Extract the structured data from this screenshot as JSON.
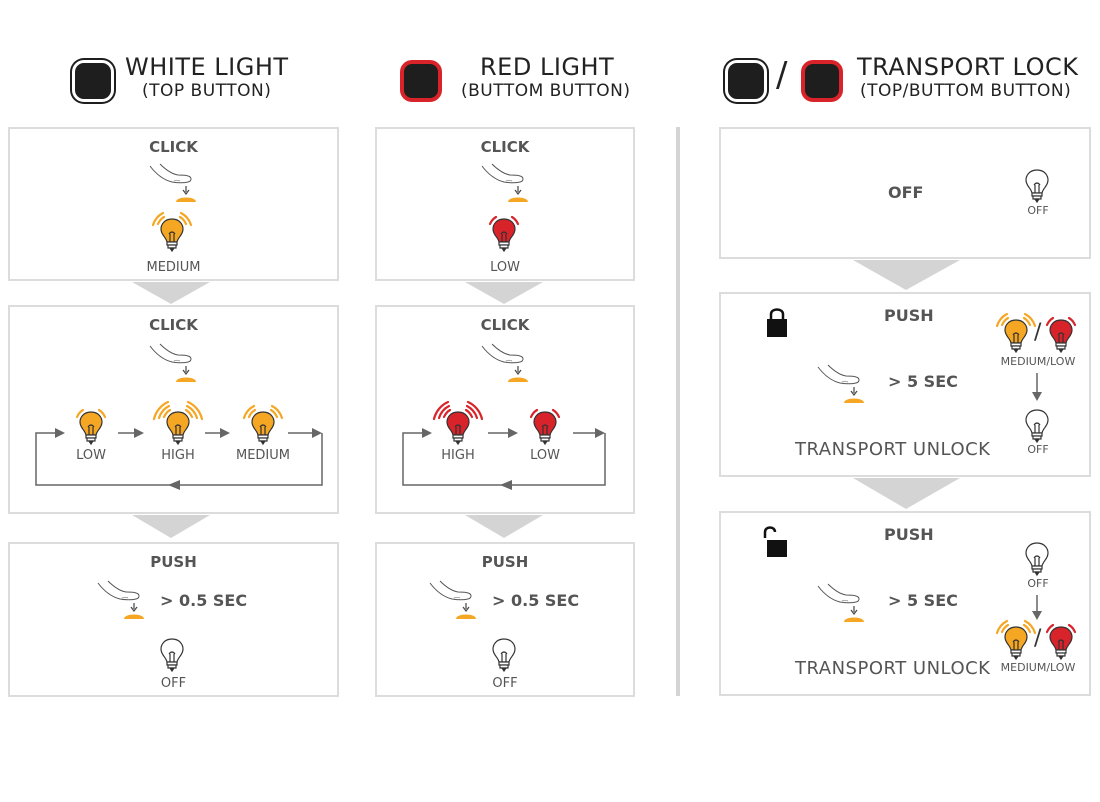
{
  "headers": {
    "white": {
      "title": "WHITE LIGHT",
      "sub": "(TOP BUTTON)"
    },
    "red": {
      "title": "RED LIGHT",
      "sub": "(BUTTOM BUTTON)"
    },
    "transport": {
      "slash": "/",
      "title": "TRANSPORT LOCK",
      "sub": "(TOP/BUTTOM BUTTON)"
    }
  },
  "white_col": {
    "step1": {
      "action": "CLICK",
      "result": "MEDIUM"
    },
    "step2": {
      "action": "CLICK",
      "modes": [
        "LOW",
        "HIGH",
        "MEDIUM"
      ]
    },
    "step3": {
      "action": "PUSH",
      "duration": "> 0.5 SEC",
      "result": "OFF"
    }
  },
  "red_col": {
    "step1": {
      "action": "CLICK",
      "result": "LOW"
    },
    "step2": {
      "action": "CLICK",
      "modes": [
        "HIGH",
        "LOW"
      ]
    },
    "step3": {
      "action": "PUSH",
      "duration": "> 0.5 SEC",
      "result": "OFF"
    }
  },
  "transport_col": {
    "step1": {
      "state": "OFF",
      "bulb_label": "OFF"
    },
    "step2": {
      "action": "PUSH",
      "duration": "> 5 SEC",
      "caption": "TRANSPORT UNLOCK",
      "top_label": "MEDIUM/LOW",
      "slash": "/",
      "bottom_label": "OFF"
    },
    "step3": {
      "action": "PUSH",
      "duration": "> 5 SEC",
      "caption": "TRANSPORT UNLOCK",
      "top_label": "OFF",
      "slash": "/",
      "bottom_label": "MEDIUM/LOW"
    }
  },
  "colors": {
    "amber": "#f5a623",
    "red": "#d8232a",
    "border": "#dcdcdc",
    "arrow": "#666666"
  }
}
